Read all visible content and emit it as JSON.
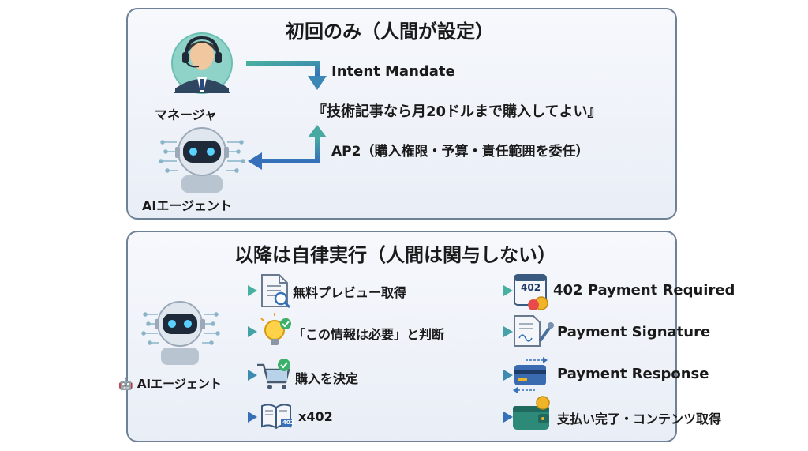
{
  "top_section": {
    "title": "初回のみ（人間が設定）",
    "manager_label": "マネージャ",
    "agent_label": "AIエージェント",
    "intent_label": "Intent Mandate",
    "quote": "『技術記事なら月20ドルまで購入してよい』",
    "ap2_label": "AP2（購入権限・予算・責任範囲を委任）"
  },
  "bottom_section": {
    "title": "以降は自律実行（人間は関与しない）",
    "agent_label": "AIエージェント",
    "agent_emoji": "🤖",
    "left_steps": [
      {
        "label": "無料プレビュー取得",
        "icon": "document-search-icon"
      },
      {
        "label": "「この情報は必要」と判断",
        "icon": "lightbulb-check-icon"
      },
      {
        "label": "購入を決定",
        "icon": "cart-check-icon"
      },
      {
        "label": "x402",
        "icon": "book-icon"
      }
    ],
    "right_steps": [
      {
        "label": "402 Payment Required",
        "icon": "invoice-402-icon"
      },
      {
        "label": "Payment Signature",
        "icon": "signed-document-icon"
      },
      {
        "label": "Payment Response",
        "icon": "card-exchange-icon"
      },
      {
        "label": "支払い完了・コンテンツ取得",
        "icon": "wallet-icon"
      }
    ],
    "invoice_code": "402",
    "book_code": "402"
  },
  "colors": {
    "arrow_gradient_start": "#48b0a0",
    "arrow_gradient_end": "#3570b8",
    "panel_border": "#6f8196"
  }
}
